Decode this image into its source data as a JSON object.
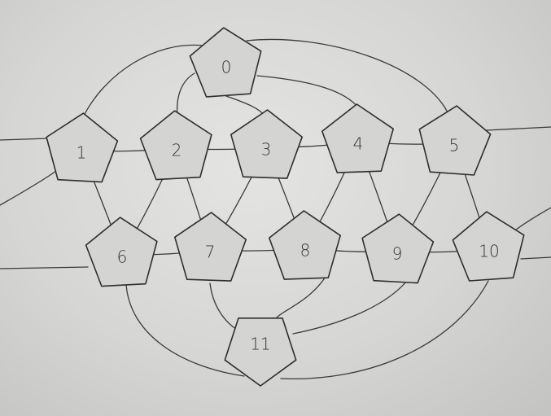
{
  "diagram": {
    "type": "hand-drawn graph on paper",
    "colors": {
      "paper": "#d8d8d6",
      "ink": "#2e2e2e"
    },
    "nodes": [
      {
        "id": "n0",
        "label": "0"
      },
      {
        "id": "n1",
        "label": "1"
      },
      {
        "id": "n2",
        "label": "2"
      },
      {
        "id": "n3",
        "label": "3"
      },
      {
        "id": "n4",
        "label": "4"
      },
      {
        "id": "n5",
        "label": "5"
      },
      {
        "id": "n6",
        "label": "6"
      },
      {
        "id": "n7",
        "label": "7"
      },
      {
        "id": "n8",
        "label": "8"
      },
      {
        "id": "n9",
        "label": "9"
      },
      {
        "id": "n10",
        "label": "10"
      },
      {
        "id": "n11",
        "label": "11"
      }
    ],
    "edges": [
      [
        "n1",
        "n2"
      ],
      [
        "n2",
        "n3"
      ],
      [
        "n3",
        "n4"
      ],
      [
        "n4",
        "n5"
      ],
      [
        "n6",
        "n7"
      ],
      [
        "n7",
        "n8"
      ],
      [
        "n8",
        "n9"
      ],
      [
        "n9",
        "n10"
      ],
      [
        "n0",
        "n1"
      ],
      [
        "n0",
        "n2"
      ],
      [
        "n0",
        "n3"
      ],
      [
        "n0",
        "n4"
      ],
      [
        "n0",
        "n5"
      ],
      [
        "n1",
        "n6"
      ],
      [
        "n2",
        "n6"
      ],
      [
        "n2",
        "n7"
      ],
      [
        "n3",
        "n7"
      ],
      [
        "n3",
        "n8"
      ],
      [
        "n4",
        "n8"
      ],
      [
        "n4",
        "n9"
      ],
      [
        "n5",
        "n9"
      ],
      [
        "n5",
        "n10"
      ],
      [
        "n6",
        "n11"
      ],
      [
        "n7",
        "n11"
      ],
      [
        "n8",
        "n11"
      ],
      [
        "n9",
        "n11"
      ],
      [
        "n10",
        "n11"
      ]
    ]
  }
}
